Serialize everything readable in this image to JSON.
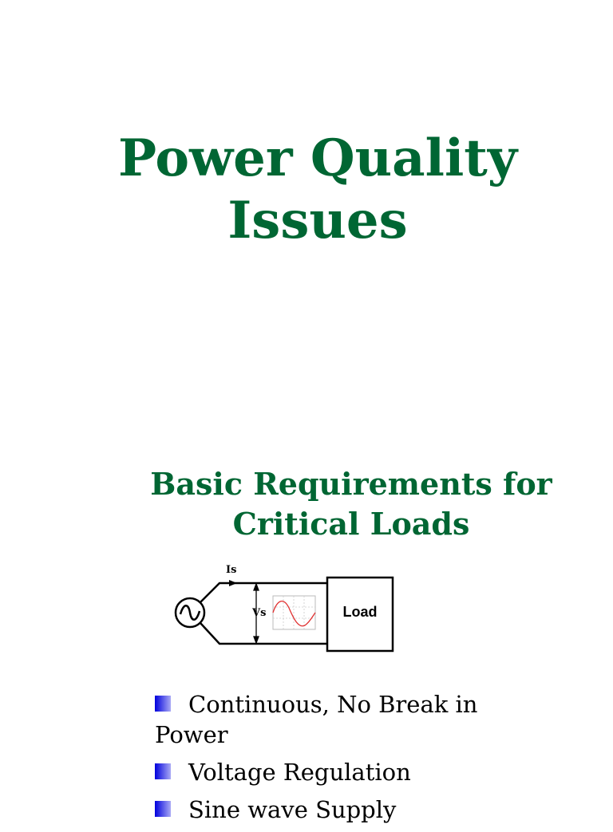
{
  "slide1": {
    "title_line1": "Power Quality",
    "title_line2": "Issues"
  },
  "slide2": {
    "title_line1": "Basic Requirements for",
    "title_line2": "Critical Loads",
    "diagram": {
      "current_label": "Is",
      "voltage_label": "Vs",
      "load_label": "Load",
      "source_icon": "ac-source-sine-icon",
      "waveform_color": "#e03030"
    },
    "bullets": [
      {
        "text": "Continuous, No Break in Power"
      },
      {
        "text": "Voltage Regulation"
      },
      {
        "text": "Sine wave Supply"
      }
    ]
  },
  "colors": {
    "title": "#006633",
    "bullet_marker_start": "#0000dd",
    "bullet_marker_end": "#aaaaf5"
  }
}
